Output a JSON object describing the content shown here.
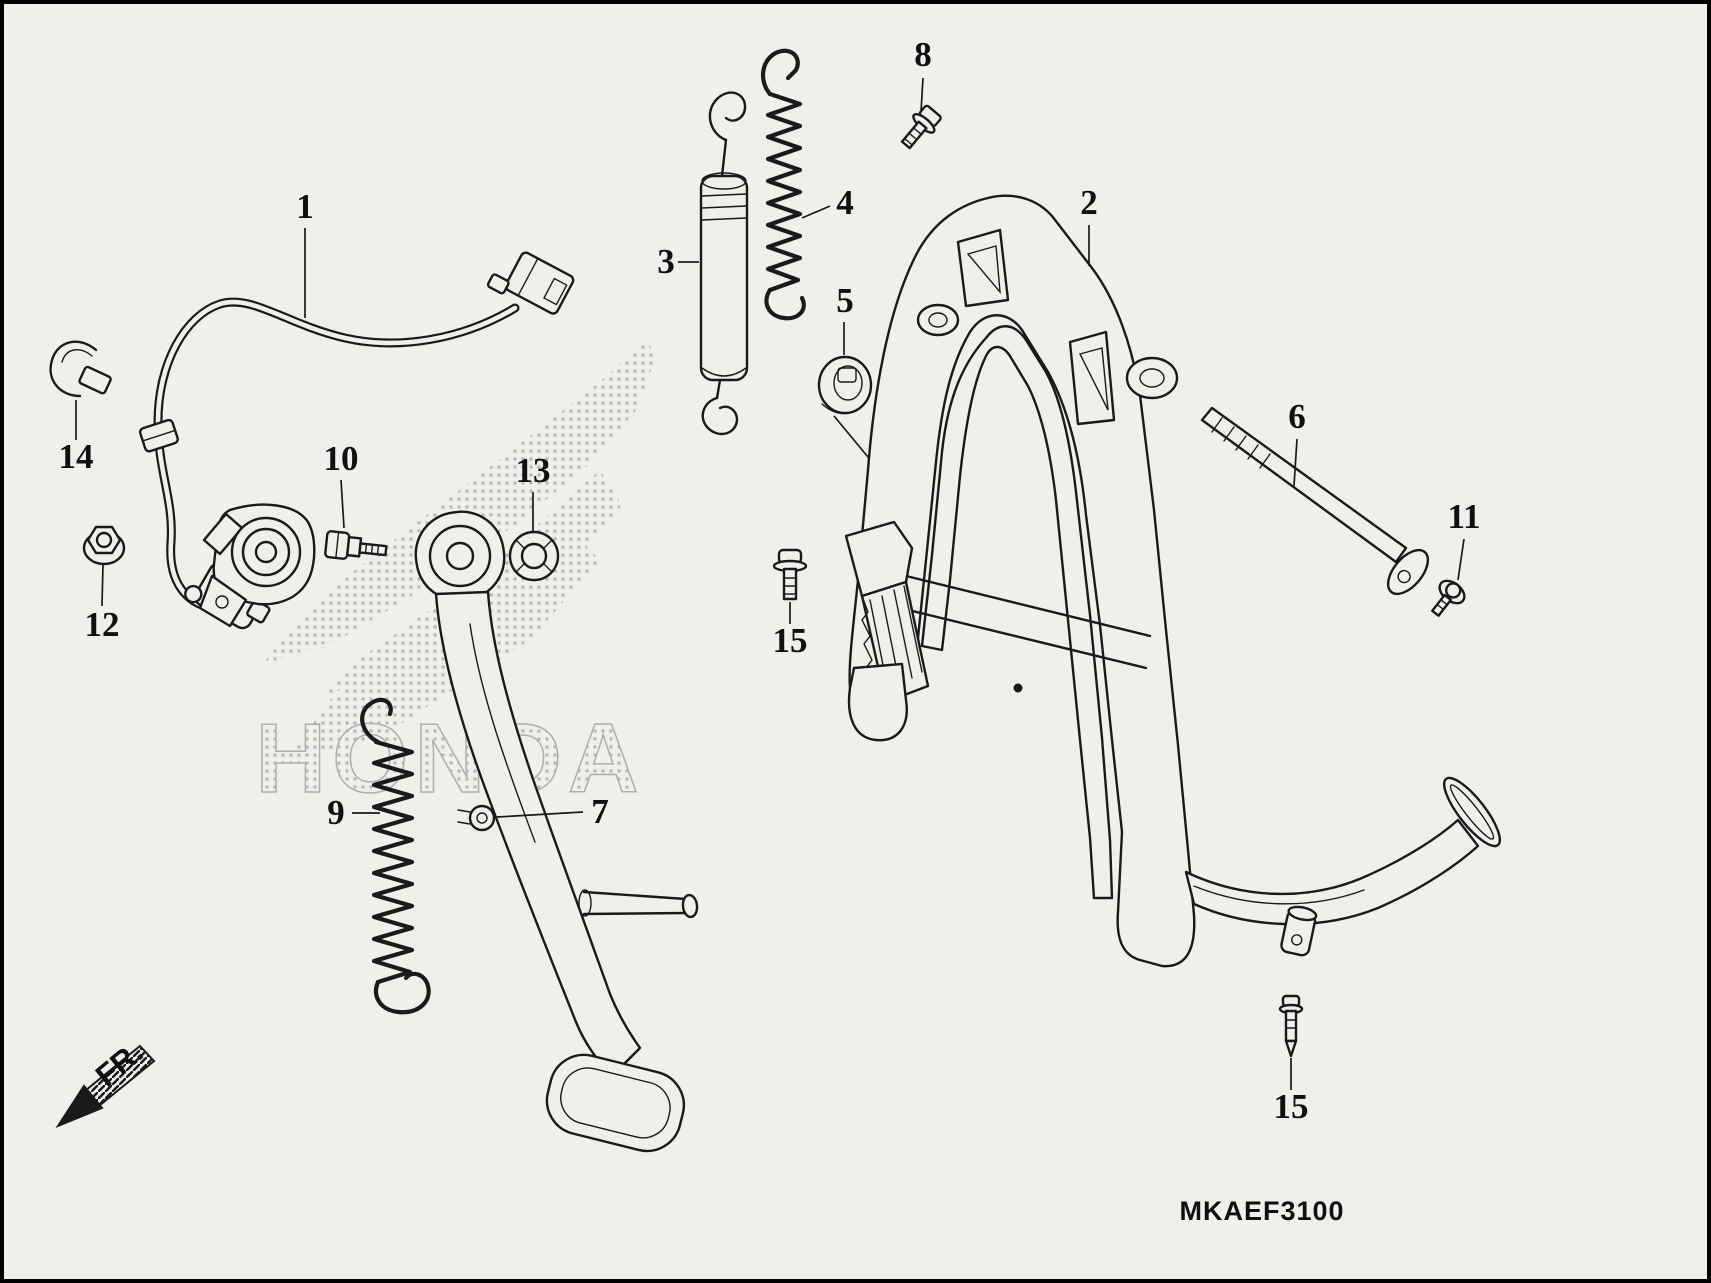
{
  "diagram_code": "MKAEF3100",
  "fr_label": "FR.",
  "watermark": "HONDA",
  "callouts": {
    "c1": "1",
    "c2": "2",
    "c3": "3",
    "c4": "4",
    "c5": "5",
    "c6": "6",
    "c7": "7",
    "c8": "8",
    "c9": "9",
    "c10": "10",
    "c11": "11",
    "c12": "12",
    "c13": "13",
    "c14": "14",
    "c15a": "15",
    "c15b": "15"
  },
  "colors": {
    "line": "#1a1a1a",
    "background": "#efefec",
    "watermark_dot": "#b9b9b9"
  }
}
